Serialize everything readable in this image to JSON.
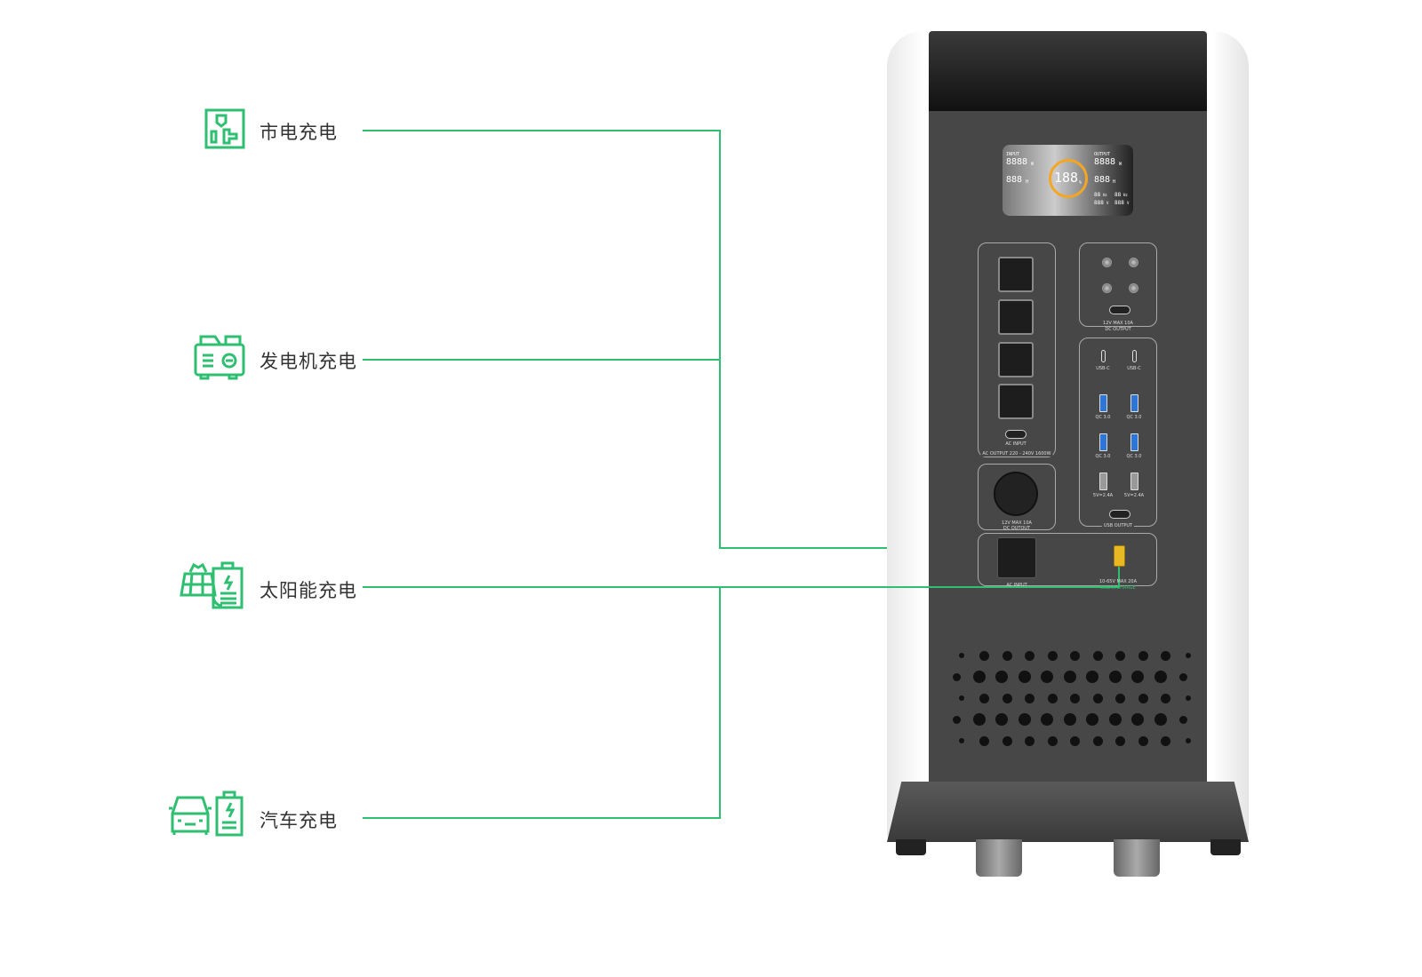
{
  "theme": {
    "accent": "#2fbf71",
    "text": "#333333"
  },
  "sources": [
    {
      "label": "市电充电",
      "icon": "wall-outlet-icon"
    },
    {
      "label": "发电机充电",
      "icon": "generator-icon"
    },
    {
      "label": "太阳能充电",
      "icon": "solar-panel-battery-icon"
    },
    {
      "label": "汽车充电",
      "icon": "car-battery-icon"
    }
  ],
  "device": {
    "lcd": {
      "input_label": "INPUT",
      "output_label": "OUTPUT",
      "watts_in": "8888",
      "watts_out": "8888",
      "w_unit": "W",
      "hours_in": "888",
      "hours_out": "888",
      "h_unit": "H",
      "percent": "188",
      "percent_unit": "%",
      "hz1": "88",
      "hz2": "88",
      "hz_unit": "Hz",
      "v1": "888",
      "v2": "888",
      "v_unit": "V",
      "accent": "#f5a623"
    },
    "ports": {
      "ac_input_switch": "AC INPUT",
      "ac_output": "AC OUTPUT 220 - 240V 1600W",
      "car_socket_spec": "12V MAX 10A",
      "car_socket_name": "DC OUTOUT",
      "dc_spec": "12V MAX 10A",
      "dc_name": "DC OUTPUT",
      "usbc": "USB-C",
      "qc": "QC 3.0",
      "usba": "5V=2.4A",
      "usb_output": "USB OUTPUT",
      "ac_input": "AC INPUT",
      "solar_spec": "10-65V MAX 20A",
      "solar_name": "SOLAR CHARGE"
    }
  }
}
